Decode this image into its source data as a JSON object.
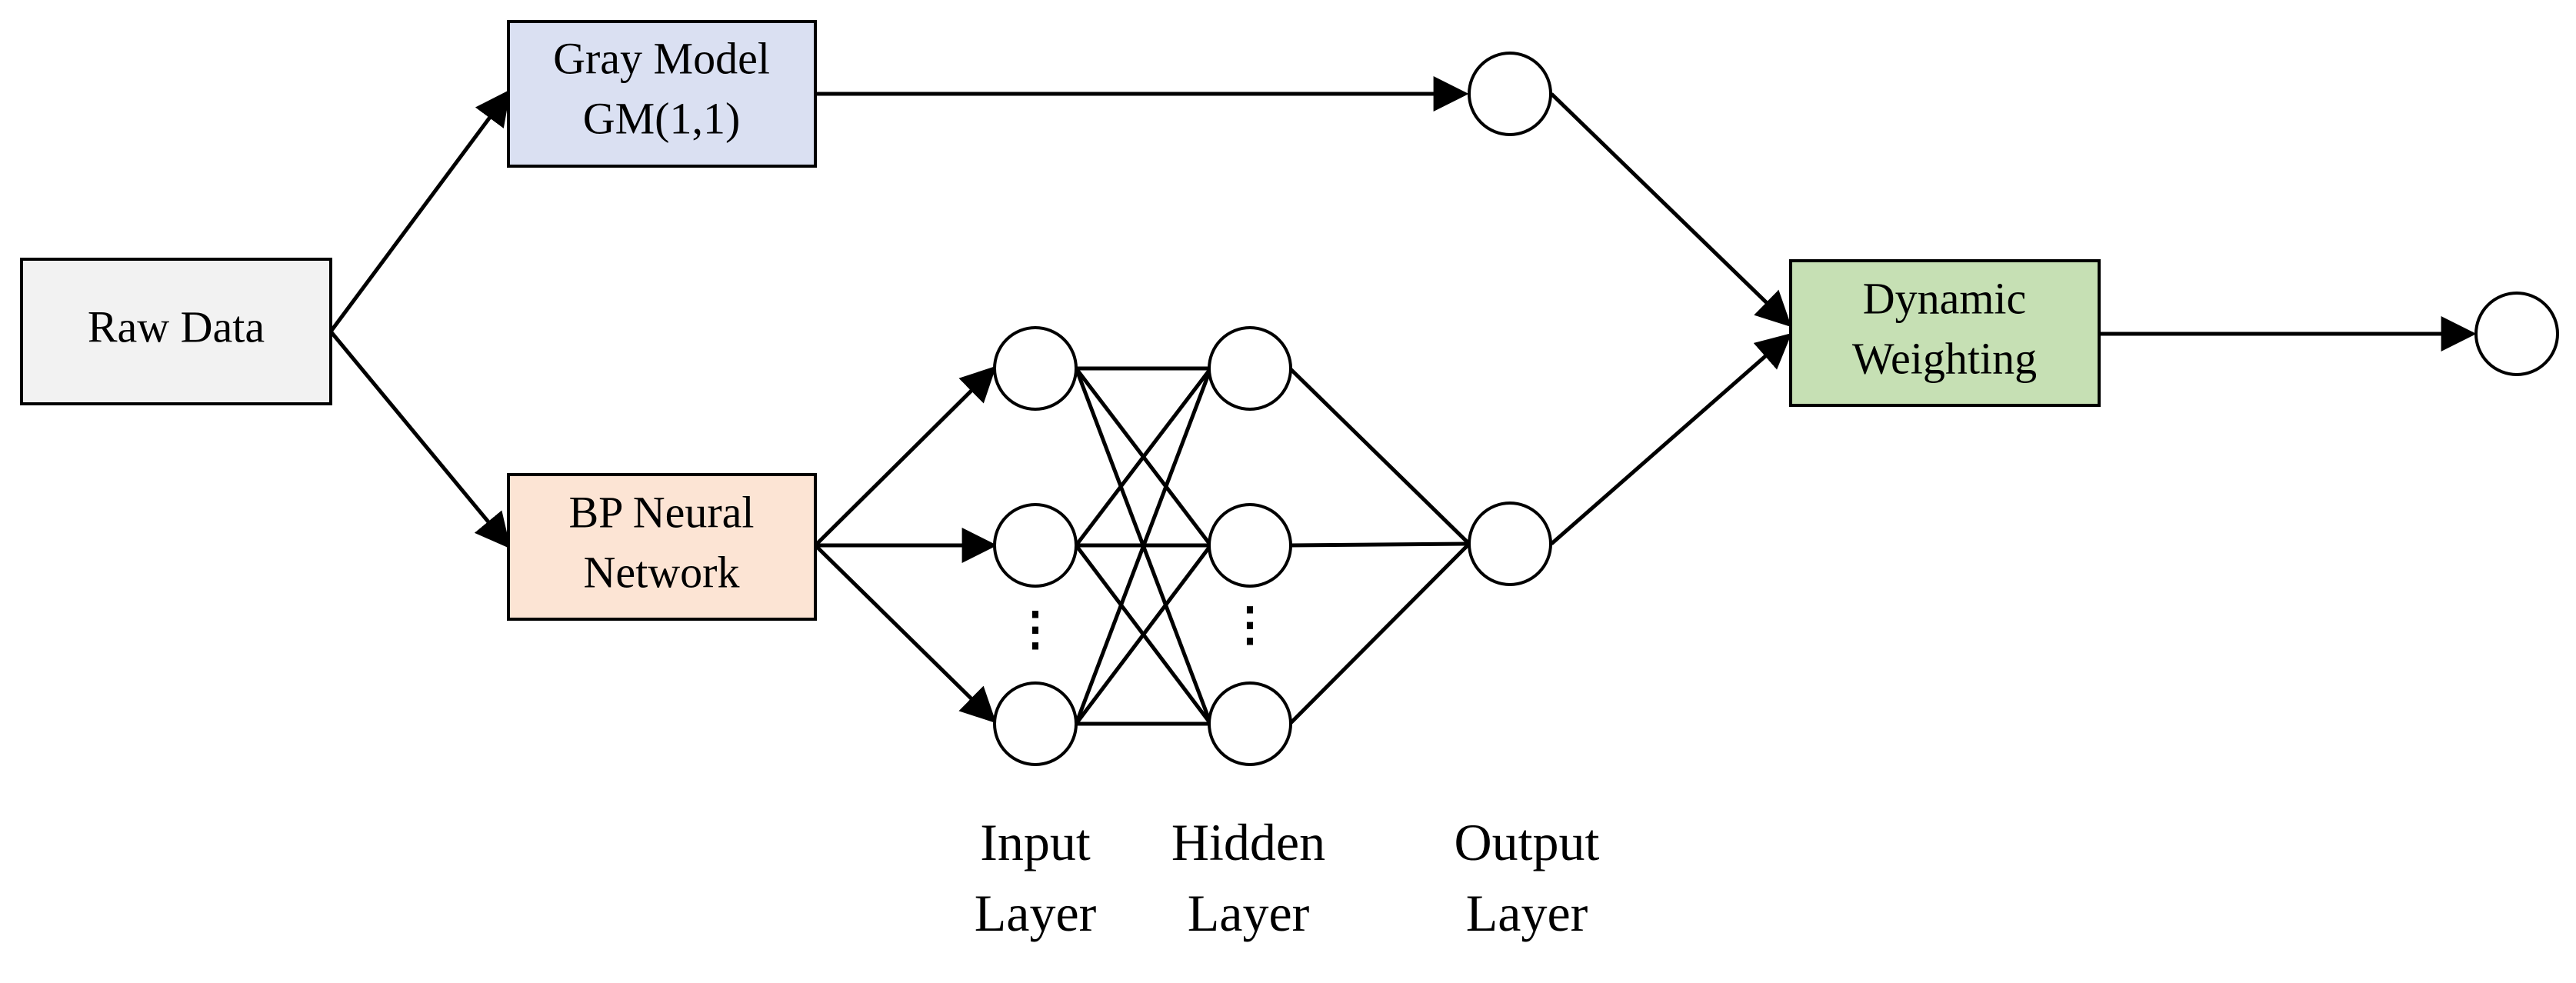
{
  "boxes": {
    "raw_data": {
      "label": "Raw Data",
      "fill": "#f2f2f2"
    },
    "gray_model": {
      "line1": "Gray Model",
      "line2": "GM(1,1)",
      "fill": "#dae0f2"
    },
    "bp_network": {
      "line1": "BP Neural",
      "line2": "Network",
      "fill": "#fce4d4"
    },
    "dynamic_weighting": {
      "line1": "Dynamic",
      "line2": "Weighting",
      "fill": "#c6e0b4"
    }
  },
  "layers": {
    "input": {
      "line1": "Input",
      "line2": "Layer"
    },
    "hidden": {
      "line1": "Hidden",
      "line2": "Layer"
    },
    "output": {
      "line1": "Output",
      "line2": "Layer"
    }
  },
  "ellipsis": "⋮",
  "colors": {
    "stroke": "#000000",
    "node_fill": "#ffffff"
  }
}
